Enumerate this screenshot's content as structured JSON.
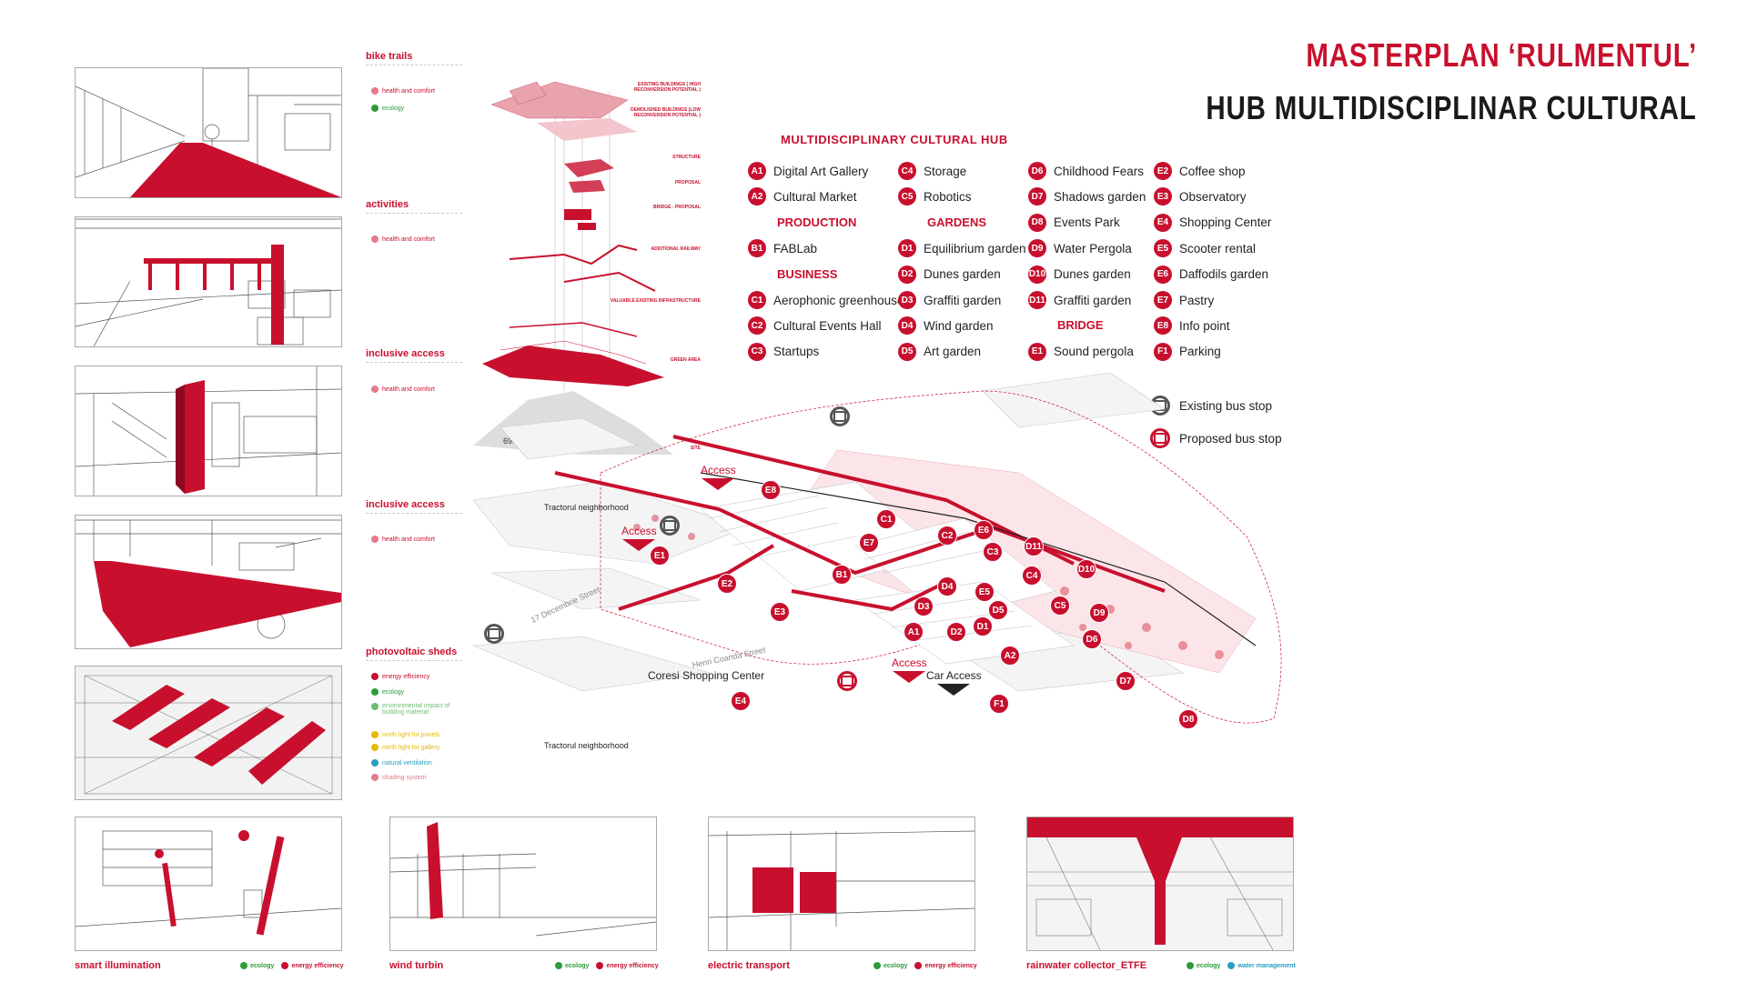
{
  "header": {
    "title": "MASTERPLAN ‘RULMENTUL’",
    "subtitle": "HUB MULTIDISCIPLINAR CULTURAL"
  },
  "colors": {
    "accent": "#c8102e",
    "ecology": "#2e9b3a",
    "energy": "#c8102e",
    "water": "#2a9ec1",
    "daylight": "#e8b800"
  },
  "sections": [
    {
      "title": "bike trails",
      "criteria": [
        "health and comfort",
        "ecology"
      ]
    },
    {
      "title": "activities",
      "criteria": [
        "health and comfort"
      ]
    },
    {
      "title": "inclusive access",
      "criteria": [
        "health and comfort"
      ]
    },
    {
      "title": "inclusive access",
      "criteria": [
        "health and comfort"
      ]
    },
    {
      "title": "photovoltaic sheds",
      "criteria": [
        "energy efficiency",
        "ecology",
        "environmental impact of building material",
        "north light for panels",
        "north light for gallery",
        "natural ventilation",
        "shading system"
      ]
    }
  ],
  "layers": [
    "EXISTING BUILDINGS ( HIGH RECONVERSION POTENTIAL )",
    "DEMOLISHED BUILDINGS (LOW RECONVERSION POTENTIAL )",
    "STRUCTURE",
    "PROPOSAL",
    "BRIDGE - PROPOSAL",
    "ADDITIONAL RAILWAY",
    "VALUABLE EXISTING INFRASTRUCTURE",
    "GREEN AREA",
    "SITE"
  ],
  "site_area": "690 266 sqm",
  "legend": {
    "heading": "MULTIDISCIPLINARY CULTURAL HUB",
    "col1": [
      {
        "code": "A1",
        "label": "Digital Art Gallery"
      },
      {
        "code": "A2",
        "label": "Cultural Market"
      },
      {
        "cat": "PRODUCTION"
      },
      {
        "code": "B1",
        "label": "FABLab"
      },
      {
        "cat": "BUSINESS"
      },
      {
        "code": "C1",
        "label": "Aerophonic greenhouse"
      },
      {
        "code": "C2",
        "label": "Cultural Events Hall"
      },
      {
        "code": "C3",
        "label": "Startups"
      }
    ],
    "col2": [
      {
        "code": "C4",
        "label": "Storage"
      },
      {
        "code": "C5",
        "label": "Robotics"
      },
      {
        "cat": "GARDENS"
      },
      {
        "code": "D1",
        "label": "Equilibrium garden"
      },
      {
        "code": "D2",
        "label": "Dunes garden"
      },
      {
        "code": "D3",
        "label": "Graffiti garden"
      },
      {
        "code": "D4",
        "label": "Wind garden"
      },
      {
        "code": "D5",
        "label": "Art garden"
      }
    ],
    "col3": [
      {
        "code": "D6",
        "label": "Childhood Fears"
      },
      {
        "code": "D7",
        "label": "Shadows garden"
      },
      {
        "code": "D8",
        "label": "Events Park"
      },
      {
        "code": "D9",
        "label": "Water Pergola"
      },
      {
        "code": "D10",
        "label": "Dunes garden"
      },
      {
        "code": "D11",
        "label": "Graffiti garden"
      },
      {
        "cat": "BRIDGE"
      },
      {
        "code": "E1",
        "label": "Sound pergola"
      }
    ],
    "col4": [
      {
        "code": "E2",
        "label": "Coffee shop"
      },
      {
        "code": "E3",
        "label": "Observatory"
      },
      {
        "code": "E4",
        "label": "Shopping Center"
      },
      {
        "code": "E5",
        "label": "Scooter rental"
      },
      {
        "code": "E6",
        "label": "Daffodils garden"
      },
      {
        "code": "E7",
        "label": "Pastry"
      },
      {
        "code": "E8",
        "label": "Info point"
      },
      {
        "code": "F1",
        "label": "Parking"
      }
    ],
    "bus_existing": "Existing bus stop",
    "bus_proposed": "Proposed bus stop"
  },
  "map": {
    "labels": [
      "Tractorul neighborhood",
      "Tractorul neighborhood",
      "Coresi Shopping Center",
      "17 Decembrie Street",
      "Henri Coanda Street"
    ],
    "access": [
      "Access",
      "Access",
      "Access",
      "Car Access"
    ],
    "pins": [
      "E8",
      "C1",
      "C2",
      "E6",
      "D11",
      "D10",
      "E7",
      "C3",
      "C4",
      "E1",
      "B1",
      "E2",
      "D4",
      "E5",
      "C5",
      "D9",
      "E3",
      "D3",
      "D5",
      "D1",
      "D6",
      "A1",
      "D2",
      "A2",
      "D7",
      "E4",
      "F1",
      "D8"
    ]
  },
  "bottom": [
    {
      "caption": "smart illumination",
      "tags": [
        "ecology",
        "energy efficiency"
      ]
    },
    {
      "caption": "wind turbin",
      "tags": [
        "ecology",
        "energy efficiency"
      ]
    },
    {
      "caption": "electric transport",
      "tags": [
        "ecology",
        "energy efficiency"
      ]
    },
    {
      "caption": "rainwater collector_ETFE",
      "tags": [
        "ecology",
        "water management"
      ]
    }
  ]
}
